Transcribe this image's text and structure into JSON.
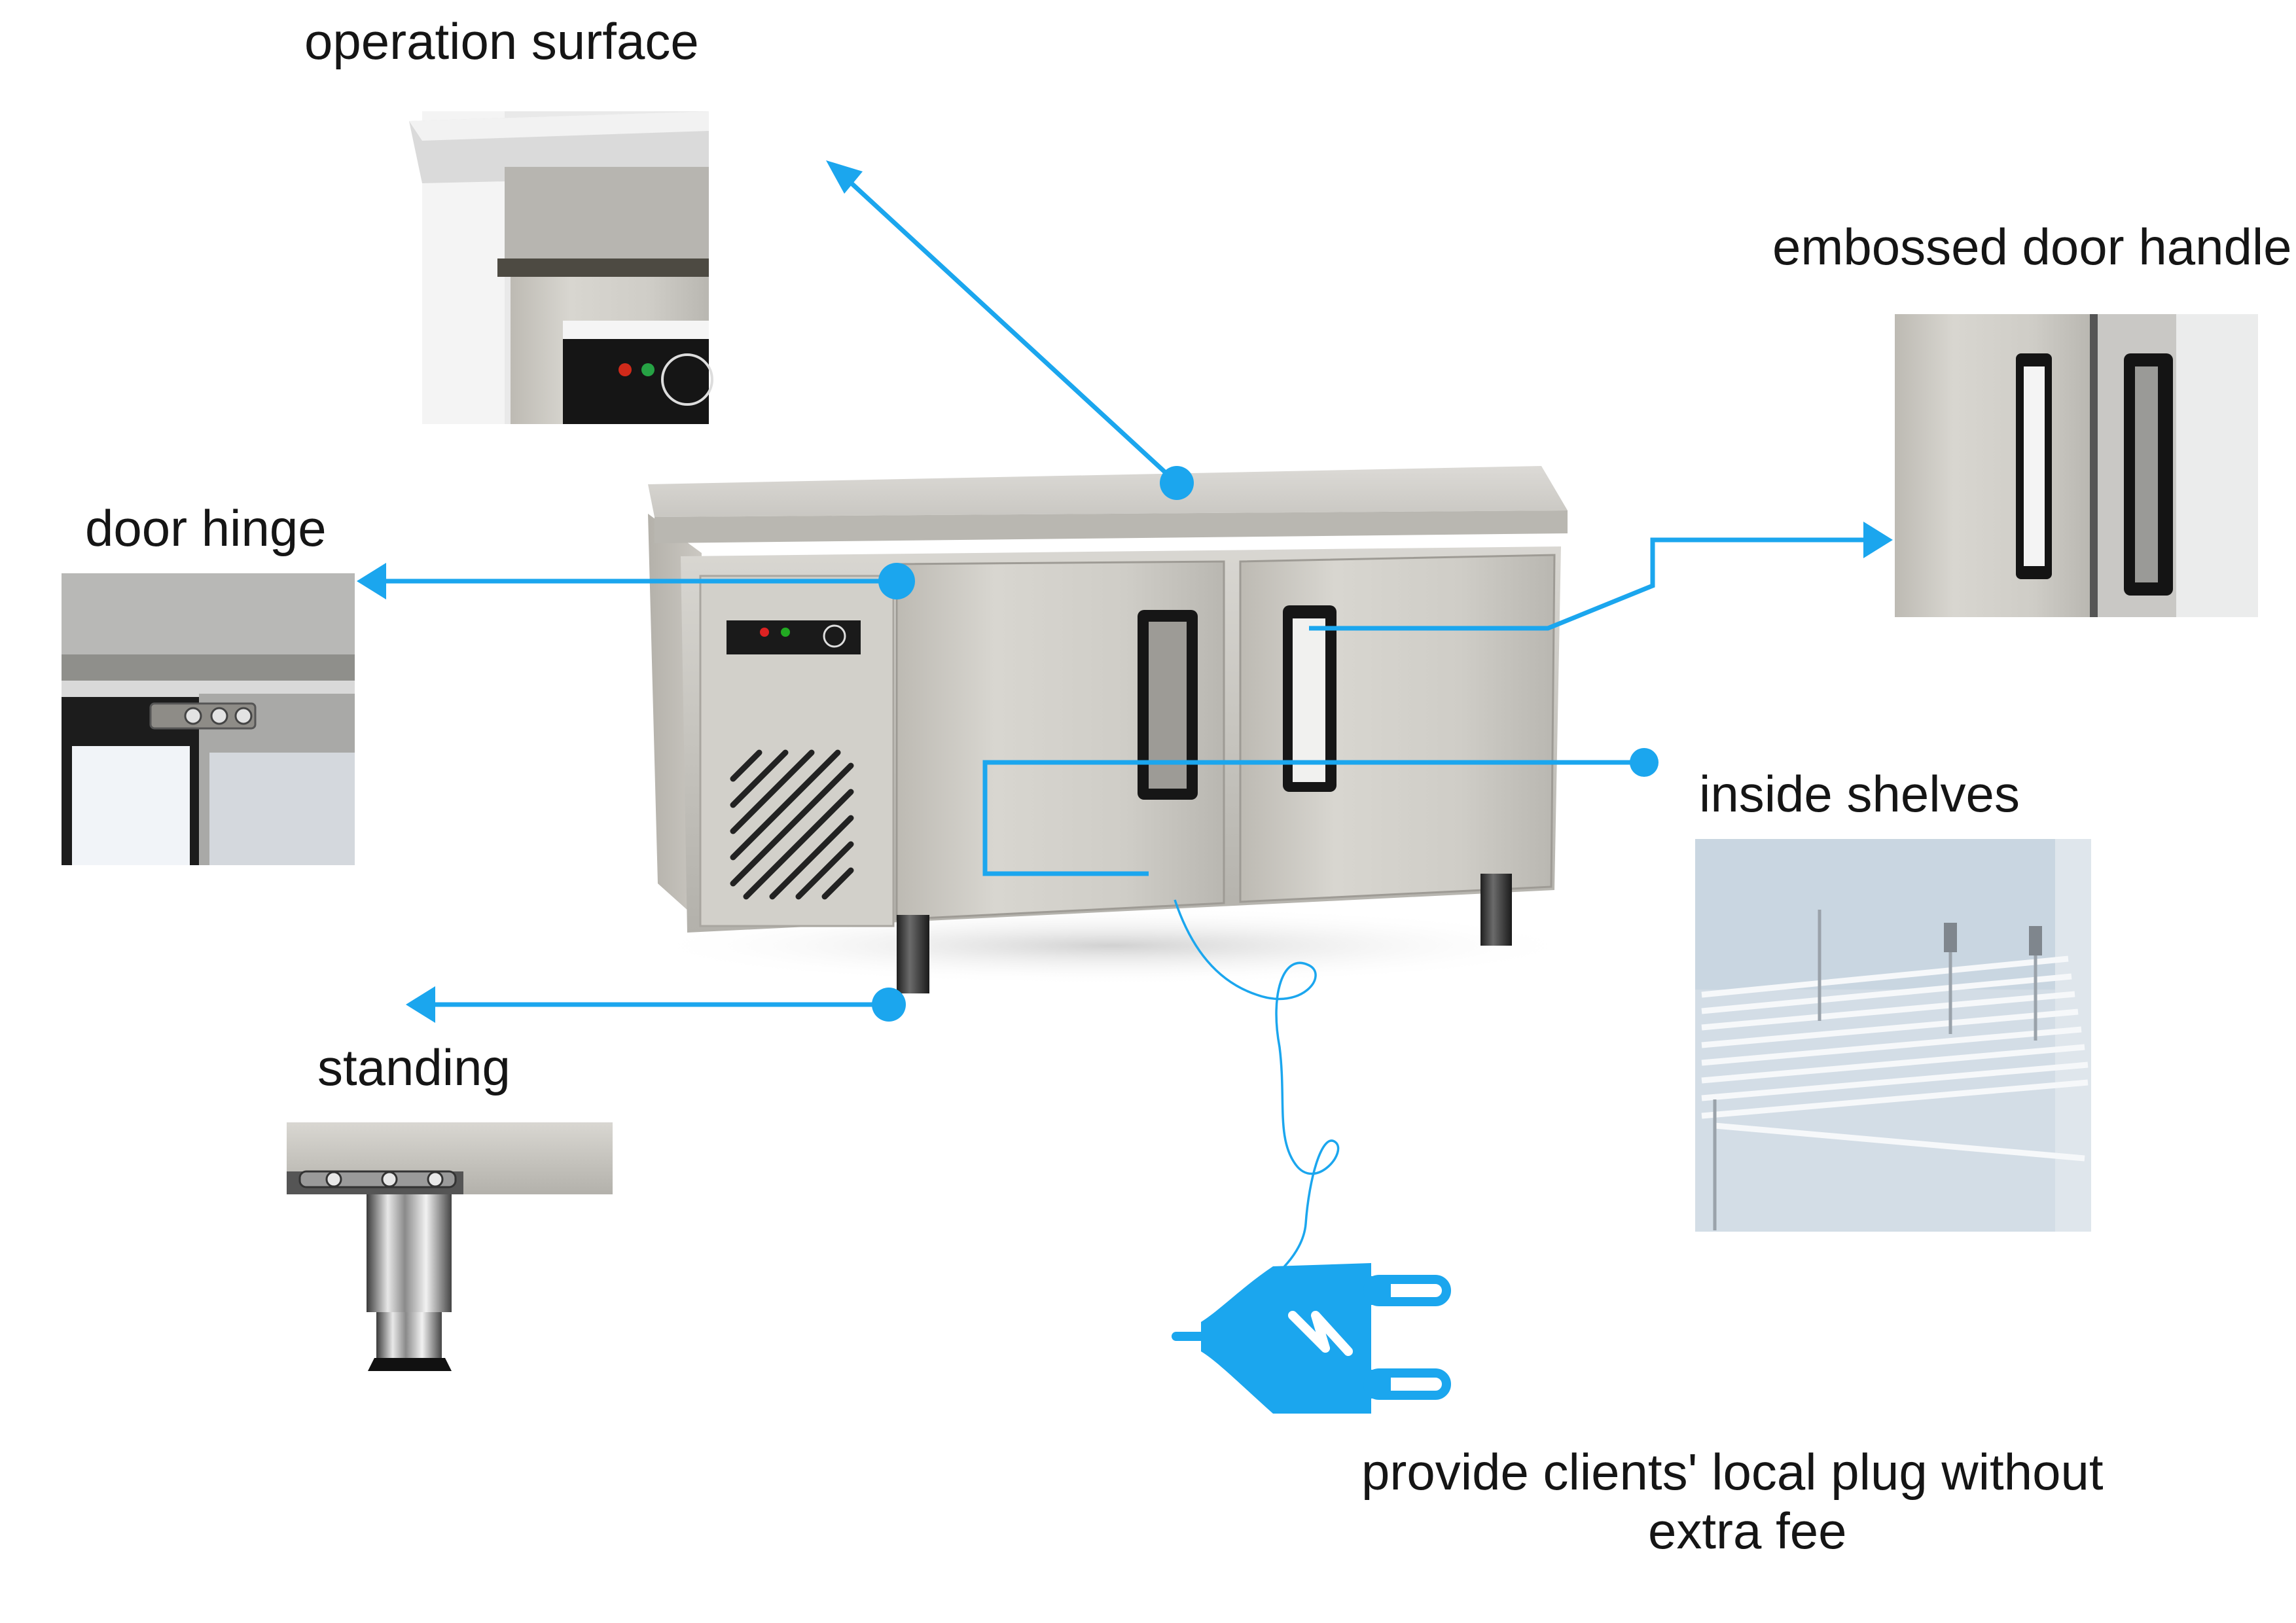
{
  "accent_color": "#1ba6ee",
  "callouts": {
    "operation_surface": "operation surface",
    "door_hinge": "door hinge",
    "standing": "standing",
    "embossed_door_handle": "embossed door handle",
    "inside_shelves": "inside shelves",
    "plug_line1": "provide clients' local plug without",
    "plug_line2": "extra fee"
  },
  "icons": {
    "plug": "electric-plug-icon",
    "lightning": "lightning-icon"
  }
}
